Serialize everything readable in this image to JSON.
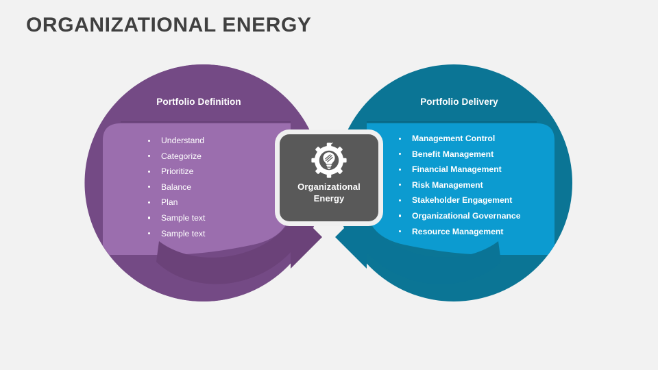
{
  "page": {
    "title": "ORGANIZATIONAL ENERGY",
    "background_color": "#F2F2F2",
    "title_color": "#404040"
  },
  "center": {
    "label_line1": "Organizational",
    "label_line2": "Energy",
    "icon": "gear-lightbulb-icon",
    "card_color": "#595959",
    "ring_color": "#F0F0F0"
  },
  "left_wing": {
    "title": "Portfolio Definition",
    "outer_color": "#744A85",
    "inner_color": "#9B6EAE",
    "arrow_color": "#6B4279",
    "items": [
      {
        "label": "Understand"
      },
      {
        "label": "Categorize"
      },
      {
        "label": "Prioritize"
      },
      {
        "label": "Balance"
      },
      {
        "label": "Plan"
      },
      {
        "label": "Sample text"
      },
      {
        "label": "Sample text"
      }
    ]
  },
  "right_wing": {
    "title": "Portfolio Delivery",
    "outer_color": "#0B7595",
    "inner_color": "#0C9BD0",
    "arrow_color": "#0A7496",
    "items": [
      {
        "label": "Management Control"
      },
      {
        "label": "Benefit Management"
      },
      {
        "label": "Financial Management"
      },
      {
        "label": "Risk Management"
      },
      {
        "label": "Stakeholder Engagement"
      },
      {
        "label": "Organizational Governance"
      },
      {
        "label": "Resource Management"
      }
    ]
  }
}
